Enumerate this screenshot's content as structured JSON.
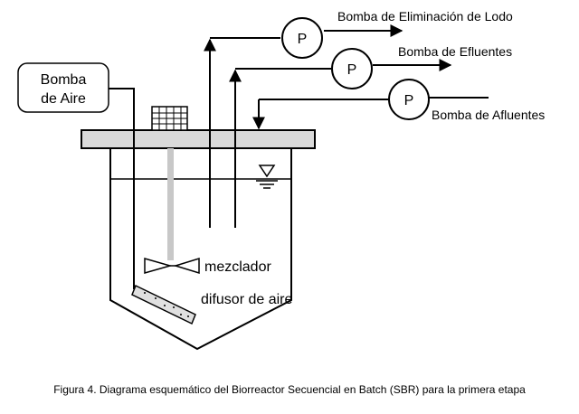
{
  "labels": {
    "air_pump": [
      "Bomba",
      "de Aire"
    ],
    "sludge_pump": "Bomba de Eliminación de Lodo",
    "effluent_pump": "Bomba de Efluentes",
    "influent_pump": "Bomba de Afluentes",
    "pump_symbol": "P",
    "mixer": "mezclador",
    "diffuser": "difusor de aire"
  },
  "caption": "Figura 4. Diagrama esquemático del Biorreactor Secuencial en Batch (SBR) para la primera etapa",
  "colors": {
    "line": "#000000",
    "shaft": "#c8c8c8",
    "lid": "#d9d9d9",
    "diffuser": "#e0e0e0"
  }
}
